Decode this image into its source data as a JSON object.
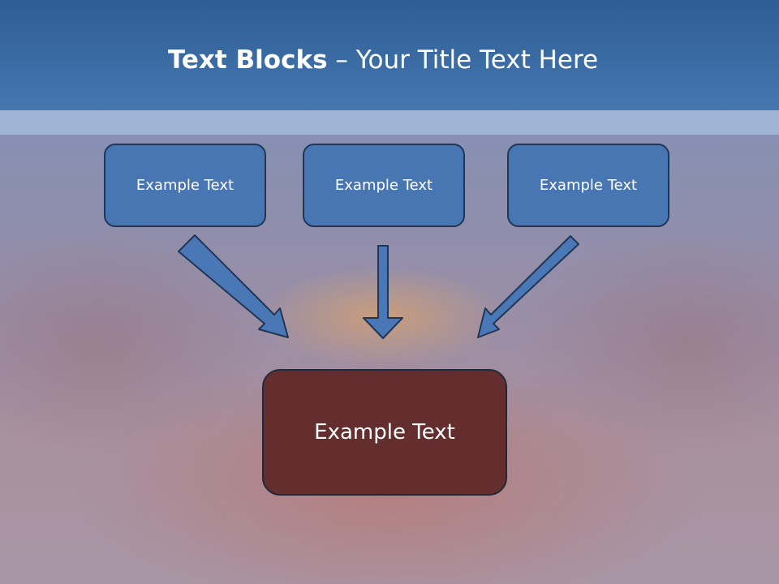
{
  "slide": {
    "title_bold": "Text Blocks",
    "title_rest": " – Your Title Text Here",
    "blocks": [
      {
        "label": "Example Text"
      },
      {
        "label": "Example Text"
      },
      {
        "label": "Example Text"
      }
    ],
    "target_label": "Example Text"
  },
  "colors": {
    "header": "#4577b1",
    "block_fill": "#4876b3",
    "block_border": "#1f3655",
    "target_fill": "#652e2e",
    "arrow_fill": "#4a78b6"
  }
}
